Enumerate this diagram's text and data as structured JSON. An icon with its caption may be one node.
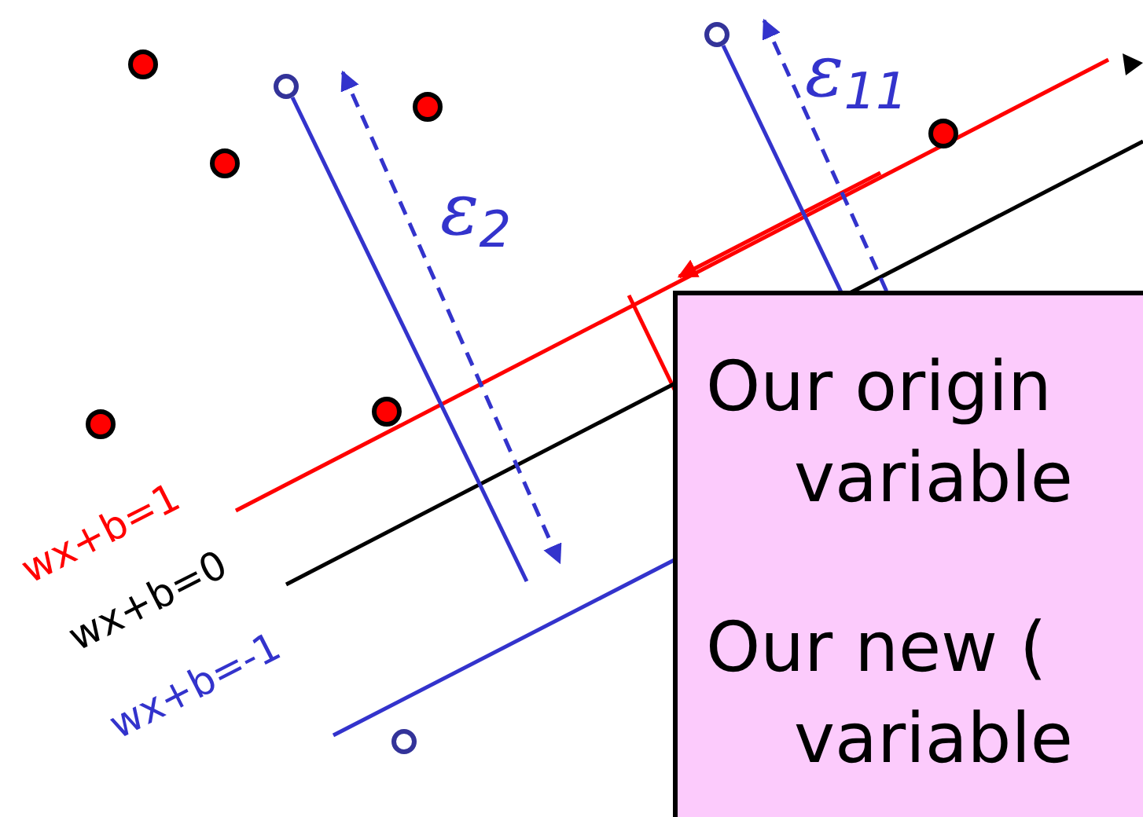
{
  "diagram": {
    "nodes": [
      {
        "text": [
          "Our origin variable",
          "Our new ( variable"
        ]
      }
    ],
    "edges": [],
    "labels": [
      "ε$_{2}$",
      "ε$_{11}$",
      "wx+b=1",
      "wx+b=0",
      "wx+b=-1"
    ]
  }
}
